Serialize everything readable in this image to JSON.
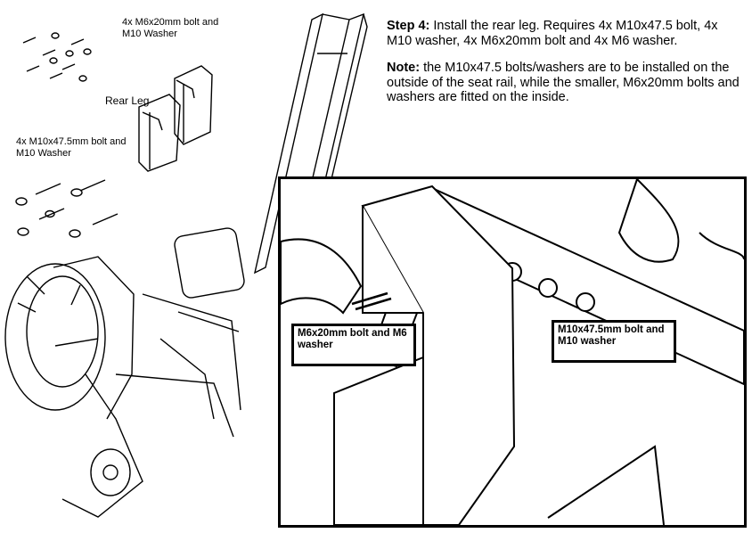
{
  "parts": {
    "m6_bolt_label": "4x M6x20mm bolt and M10 Washer",
    "rear_leg_label": "Rear Leg",
    "m10_bolt_label": "4x M10x47.5mm bolt and M10 Washer"
  },
  "instructions": {
    "step_heading": "Step 4:",
    "step_text": " Install the rear leg.  Requires 4x M10x47.5 bolt, 4x M10 washer, 4x M6x20mm bolt and 4x M6 washer.",
    "note_heading": "Note:",
    "note_text": " the M10x47.5 bolts/washers are to be installed on the outside of the seat rail, while the smaller, M6x20mm bolts and washers are fitted on the inside."
  },
  "photo": {
    "callout_m6": "M6x20mm bolt and M6 washer",
    "callout_m10": "M10x47.5mm bolt and M10  washer"
  }
}
